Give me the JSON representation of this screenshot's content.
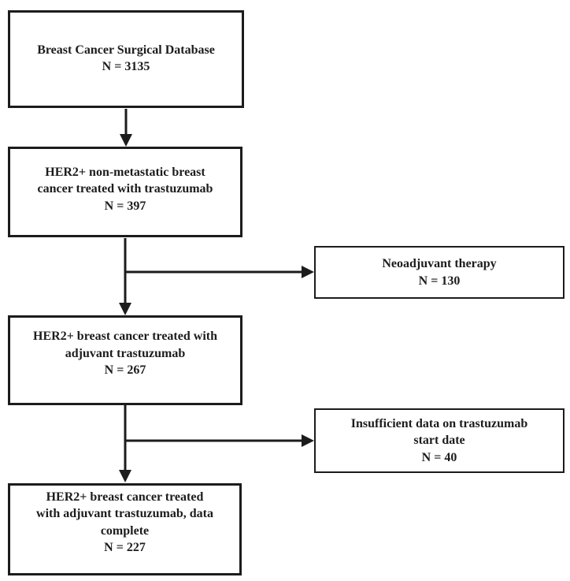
{
  "diagram": {
    "type": "flowchart",
    "border_color": "#1c1c1c",
    "background_color": "#ffffff",
    "nodes": {
      "database": {
        "label": "Breast Cancer Surgical Database",
        "n": "N = 3135"
      },
      "her2": {
        "label": "HER2+ non-metastatic breast\ncancer treated with trastuzumab",
        "n": "N = 397"
      },
      "neoadjuvant": {
        "label": "Neoadjuvant therapy",
        "n": "N = 130"
      },
      "adjuvant": {
        "label": "HER2+ breast cancer treated with\nadjuvant trastuzumab",
        "n": "N = 267"
      },
      "insufficient": {
        "label": "Insufficient data on trastuzumab\nstart date",
        "n": "N = 40"
      },
      "complete": {
        "label": "HER2+ breast cancer treated\nwith adjuvant trastuzumab, data\ncomplete",
        "n": "N = 227"
      }
    },
    "edges": [
      {
        "from": "database",
        "to": "her2"
      },
      {
        "from": "her2",
        "to": "adjuvant"
      },
      {
        "from": "her2",
        "to": "neoadjuvant",
        "branch": true
      },
      {
        "from": "adjuvant",
        "to": "complete"
      },
      {
        "from": "adjuvant",
        "to": "insufficient",
        "branch": true
      }
    ]
  }
}
